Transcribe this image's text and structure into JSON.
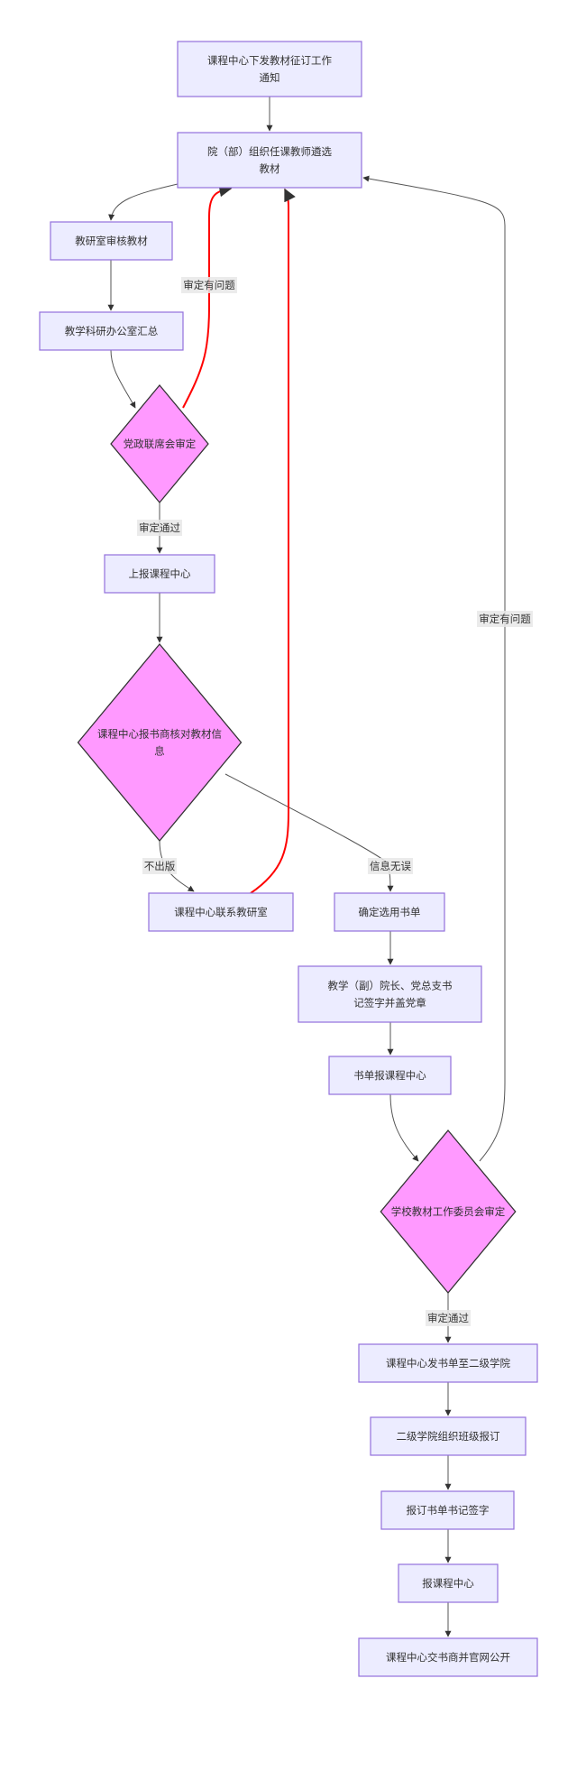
{
  "diagram": {
    "type": "flowchart",
    "colors": {
      "process_fill": "#ECECFF",
      "process_stroke": "#9370DB",
      "decision_fill": "#FF99FF",
      "decision_stroke": "#333333",
      "edge": "#555555",
      "highlight_edge": "#ff0000",
      "label_bg": "#e8e8e8",
      "text": "#333333"
    },
    "nodes": [
      {
        "id": "n1",
        "shape": "process",
        "lines": [
          "课程中心下发教材征订工作",
          "通知"
        ]
      },
      {
        "id": "n2",
        "shape": "process",
        "lines": [
          "院（部）组织任课教师遴选",
          "教材"
        ]
      },
      {
        "id": "n3",
        "shape": "process",
        "lines": [
          "教研室审核教材"
        ]
      },
      {
        "id": "n4",
        "shape": "process",
        "lines": [
          "教学科研办公室汇总"
        ]
      },
      {
        "id": "d1",
        "shape": "decision",
        "lines": [
          "党政联席会审定"
        ]
      },
      {
        "id": "n5",
        "shape": "process",
        "lines": [
          "上报课程中心"
        ]
      },
      {
        "id": "d2",
        "shape": "decision",
        "lines": [
          "课程中心报书商核对教材信",
          "息"
        ]
      },
      {
        "id": "n6",
        "shape": "process",
        "lines": [
          "课程中心联系教研室"
        ]
      },
      {
        "id": "n7",
        "shape": "process",
        "lines": [
          "确定选用书单"
        ]
      },
      {
        "id": "n8",
        "shape": "process",
        "lines": [
          "教学（副）院长、党总支书",
          "记签字并盖党章"
        ]
      },
      {
        "id": "n9",
        "shape": "process",
        "lines": [
          "书单报课程中心"
        ]
      },
      {
        "id": "d3",
        "shape": "decision",
        "lines": [
          "学校教材工作委员会审定"
        ]
      },
      {
        "id": "n10",
        "shape": "process",
        "lines": [
          "课程中心发书单至二级学院"
        ]
      },
      {
        "id": "n11",
        "shape": "process",
        "lines": [
          "二级学院组织班级报订"
        ]
      },
      {
        "id": "n12",
        "shape": "process",
        "lines": [
          "报订书单书记签字"
        ]
      },
      {
        "id": "n13",
        "shape": "process",
        "lines": [
          "报课程中心"
        ]
      },
      {
        "id": "n14",
        "shape": "process",
        "lines": [
          "课程中心交书商并官网公开"
        ]
      }
    ],
    "edges": [
      {
        "from": "n1",
        "to": "n2",
        "label": "",
        "style": "normal"
      },
      {
        "from": "n2",
        "to": "n3",
        "label": "",
        "style": "normal"
      },
      {
        "from": "n3",
        "to": "n4",
        "label": "",
        "style": "normal"
      },
      {
        "from": "n4",
        "to": "d1",
        "label": "",
        "style": "normal"
      },
      {
        "from": "d1",
        "to": "n2",
        "label": "审定有问题",
        "style": "highlight"
      },
      {
        "from": "d1",
        "to": "n5",
        "label": "审定通过",
        "style": "normal"
      },
      {
        "from": "n5",
        "to": "d2",
        "label": "",
        "style": "normal"
      },
      {
        "from": "d2",
        "to": "n6",
        "label": "不出版",
        "style": "normal"
      },
      {
        "from": "d2",
        "to": "n7",
        "label": "信息无误",
        "style": "normal"
      },
      {
        "from": "n6",
        "to": "n2",
        "label": "",
        "style": "highlight"
      },
      {
        "from": "n7",
        "to": "n8",
        "label": "",
        "style": "normal"
      },
      {
        "from": "n8",
        "to": "n9",
        "label": "",
        "style": "normal"
      },
      {
        "from": "n9",
        "to": "d3",
        "label": "",
        "style": "normal"
      },
      {
        "from": "d3",
        "to": "n2",
        "label": "审定有问题",
        "style": "normal"
      },
      {
        "from": "d3",
        "to": "n10",
        "label": "审定通过",
        "style": "normal"
      },
      {
        "from": "n10",
        "to": "n11",
        "label": "",
        "style": "normal"
      },
      {
        "from": "n11",
        "to": "n12",
        "label": "",
        "style": "normal"
      },
      {
        "from": "n12",
        "to": "n13",
        "label": "",
        "style": "normal"
      },
      {
        "from": "n13",
        "to": "n14",
        "label": "",
        "style": "normal"
      }
    ]
  }
}
